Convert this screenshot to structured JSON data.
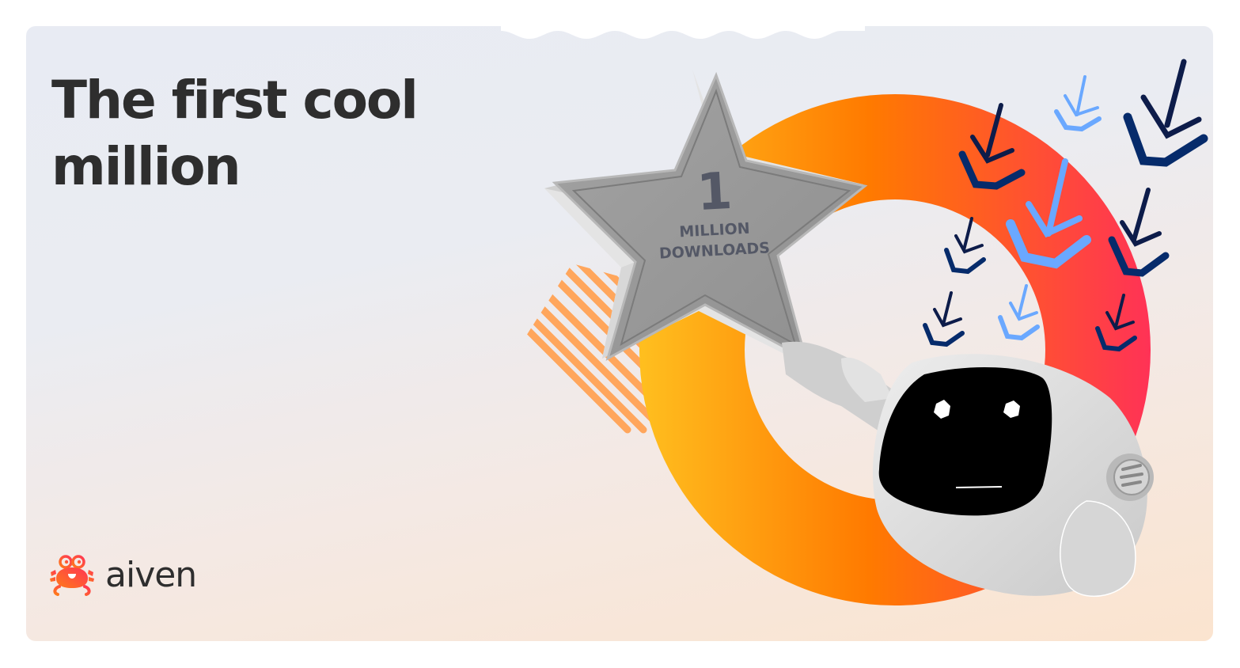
{
  "banner": {
    "title": "The first cool\nmillion",
    "star_badge": {
      "number": "1",
      "line1": "MILLION",
      "line2": "DOWNLOADS"
    },
    "brand": {
      "name": "aiven",
      "logo_icon": "crab-icon"
    },
    "illustration": {
      "ring_gradient": [
        "#ffb81c",
        "#ff7a00",
        "#ff3554"
      ],
      "arrow_colors": {
        "dark": "#0d2a66",
        "light": "#6aa8ff"
      },
      "stripe_color": "#ffa65c",
      "robot": "robot-holding-star"
    }
  },
  "colors": {
    "background_top": "#e8ebf3",
    "background_bottom": "#fbe4cf",
    "text": "#2e2e2e",
    "badge_text": "#545866"
  }
}
